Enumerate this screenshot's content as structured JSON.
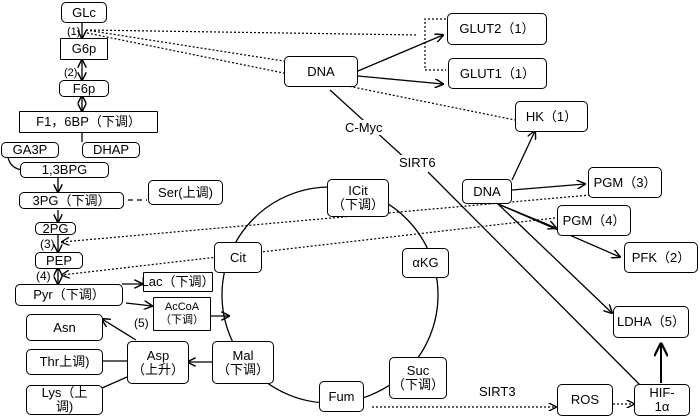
{
  "glycolysis": {
    "glc": "GLc",
    "g6p": "G6p",
    "f6p": "F6p",
    "f16bp": "F1，6BP（下调）",
    "ga3p": "GA3P",
    "dhap": "DHAP",
    "bpg13": "1,3BPG",
    "pg3": "3PG（下调）",
    "ser": "Ser(上调)",
    "pg2": "2PG",
    "pep": "PEP",
    "pyr": "Pyr（下调）",
    "lac": "Lac（下调）",
    "accoa_line1": "AcCoA",
    "accoa_line2": "（下调）",
    "step1": "(1)",
    "step2": "(2)",
    "step3": "(3)",
    "step4": "(4)",
    "step5": "(5)"
  },
  "amino_acids": {
    "asn": "Asn",
    "thr": "Thr上调)",
    "lys_line1": "Lys（上",
    "lys_line2": "调)",
    "asp_line1": "Asp",
    "asp_line2": "（上升）"
  },
  "tca": {
    "cit": "Cit",
    "icit_line1": "ICit",
    "icit_line2": "（下调）",
    "akg": "αKG",
    "suc_line1": "Suc",
    "suc_line2": "（下调）",
    "fum": "Fum",
    "mal_line1": "Mal",
    "mal_line2": "（下调）"
  },
  "regulation": {
    "dna_top": "DNA",
    "glut2": "GLUT2（1）",
    "glut1": "GLUT1（1）",
    "hk": "HK（1）",
    "dna_mid": "DNA",
    "pgm3": "PGM（3）",
    "pgm4": "PGM（4）",
    "pfk": "PFK（2）",
    "ldha": "LDHA（5）",
    "ros": "ROS",
    "hif_line1": "HIF-",
    "hif_line2": "1α",
    "cmyc": "C-Myc",
    "sirt6": "SIRT6",
    "sirt3": "SIRT3"
  }
}
